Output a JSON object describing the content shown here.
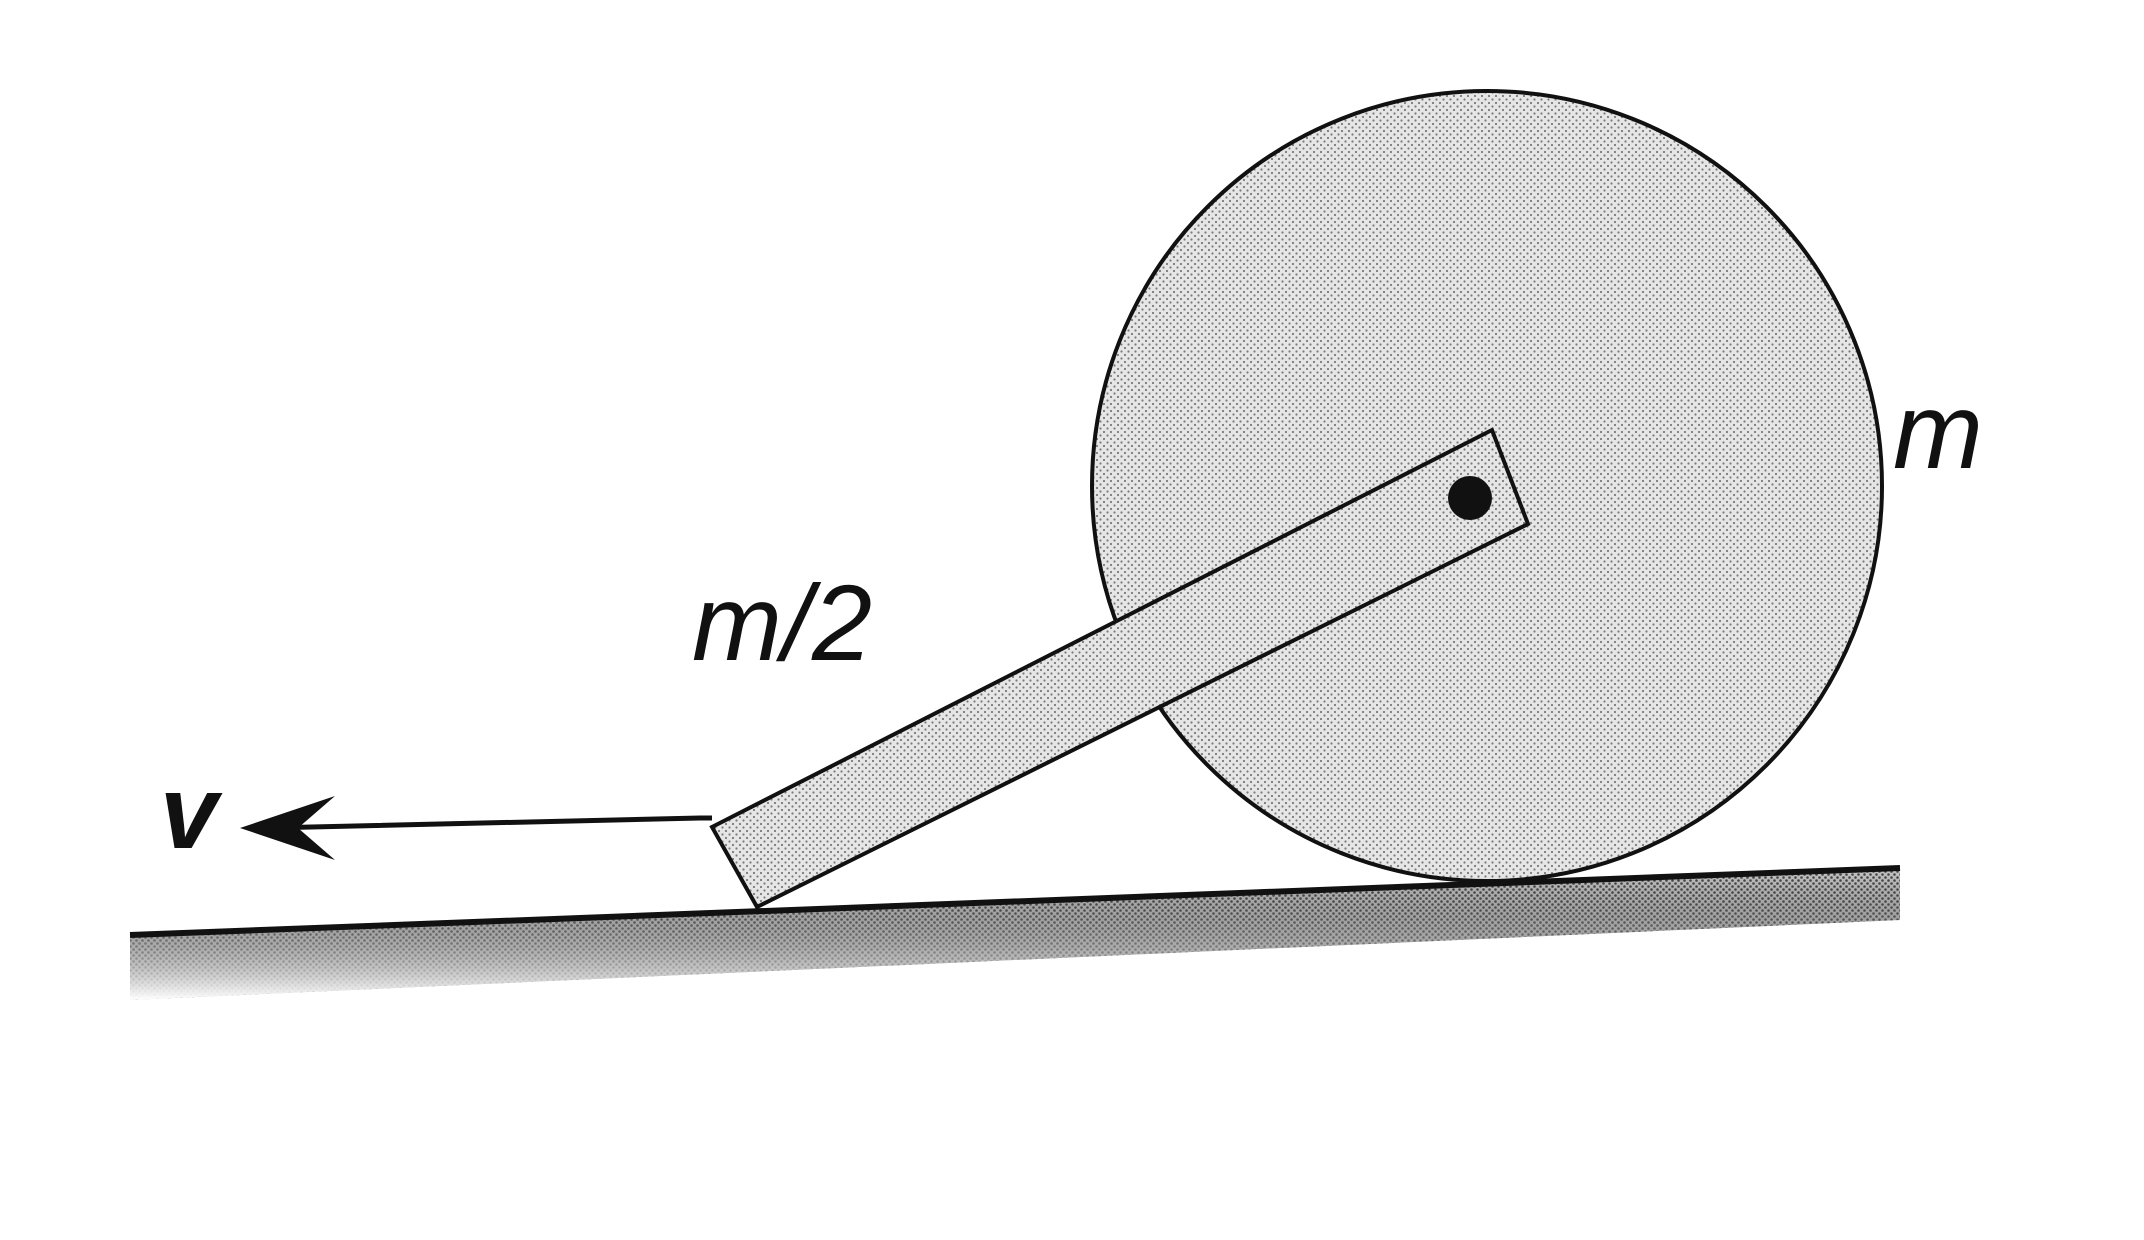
{
  "labels": {
    "disk_mass": "m",
    "rod_mass": "m/2",
    "velocity": "v"
  },
  "colors": {
    "stroke": "#111111",
    "background": "#ffffff",
    "fill": "#d2d2d2",
    "ground_shade": "#8a8a8a"
  }
}
